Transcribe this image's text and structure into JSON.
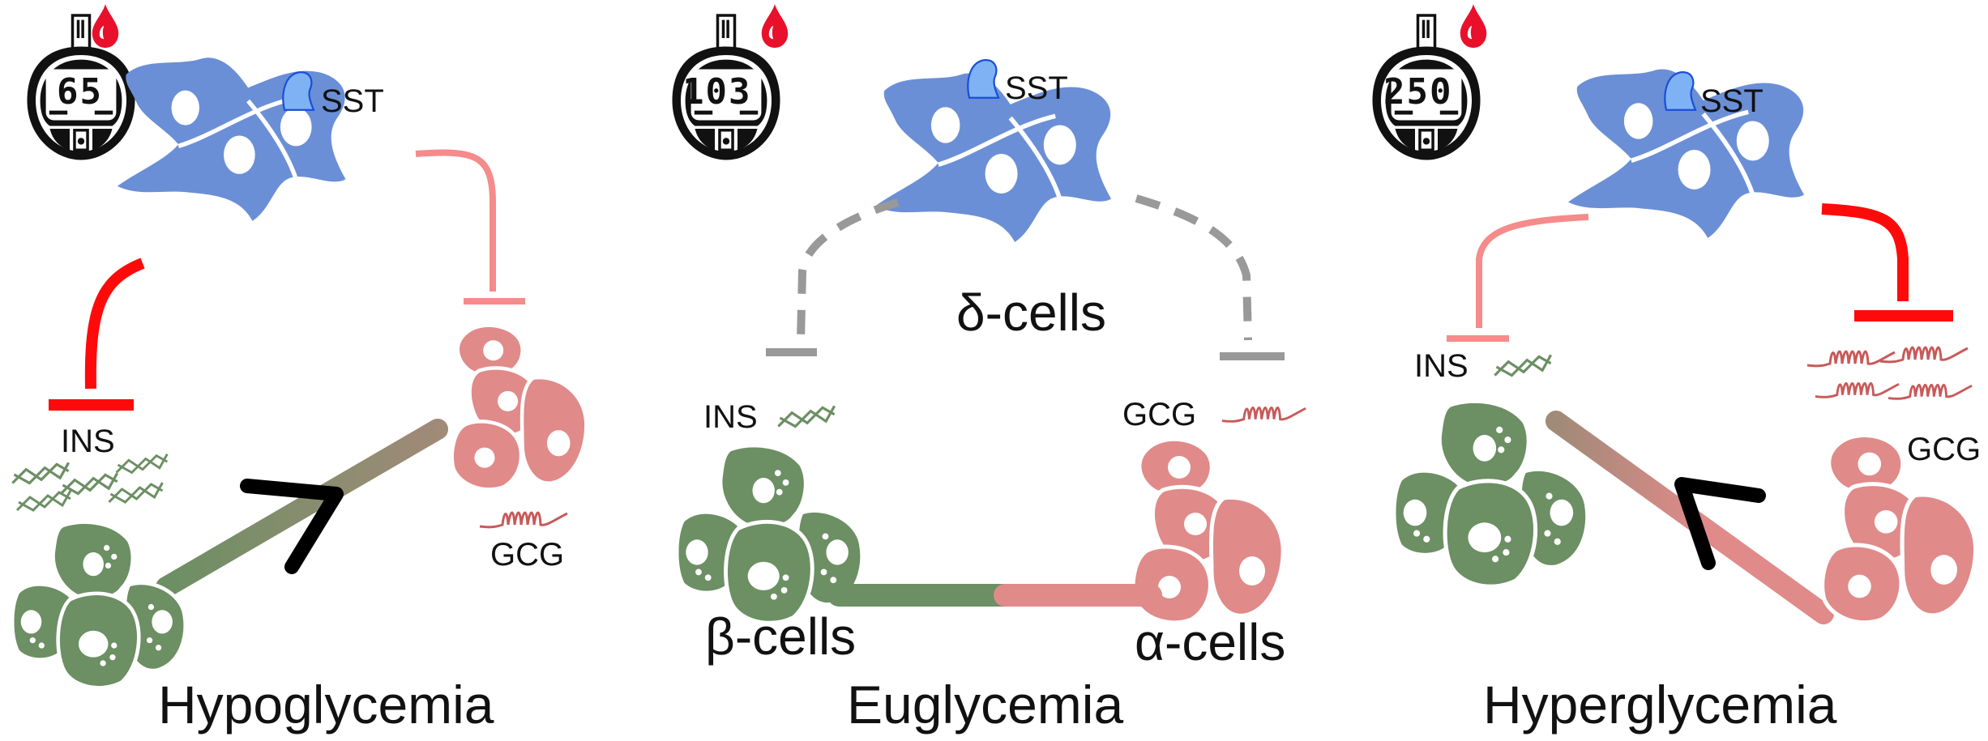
{
  "colors": {
    "delta": "#6b8fd6",
    "beta": "#6c8f63",
    "alpha": "#e08a8a",
    "inhibit_strong": "#ff0a0a",
    "inhibit_weak": "#f58b8b",
    "inhibit_neutral": "#999999",
    "blood": "#e8102a",
    "sst_granule": "#7fb2f5"
  },
  "icons": [
    "glucometer-icon",
    "blood-drop-icon",
    "sst-granule-icon",
    "insulin-fibril-icon",
    "glucagon-helix-icon"
  ],
  "panels": [
    {
      "title": "Hypoglycemia",
      "meter_reading": "65",
      "sst_label": "SST",
      "ins_label": "INS",
      "gcg_label": "GCG"
    },
    {
      "title": "Euglycemia",
      "meter_reading": "103",
      "sst_label": "SST",
      "delta_label": "δ-cells",
      "ins_label": "INS",
      "gcg_label": "GCG",
      "beta_label": "β-cells",
      "alpha_label": "α-cells"
    },
    {
      "title": "Hyperglycemia",
      "meter_reading": "250",
      "sst_label": "SST",
      "ins_label": "INS",
      "gcg_label": "GCG"
    }
  ]
}
